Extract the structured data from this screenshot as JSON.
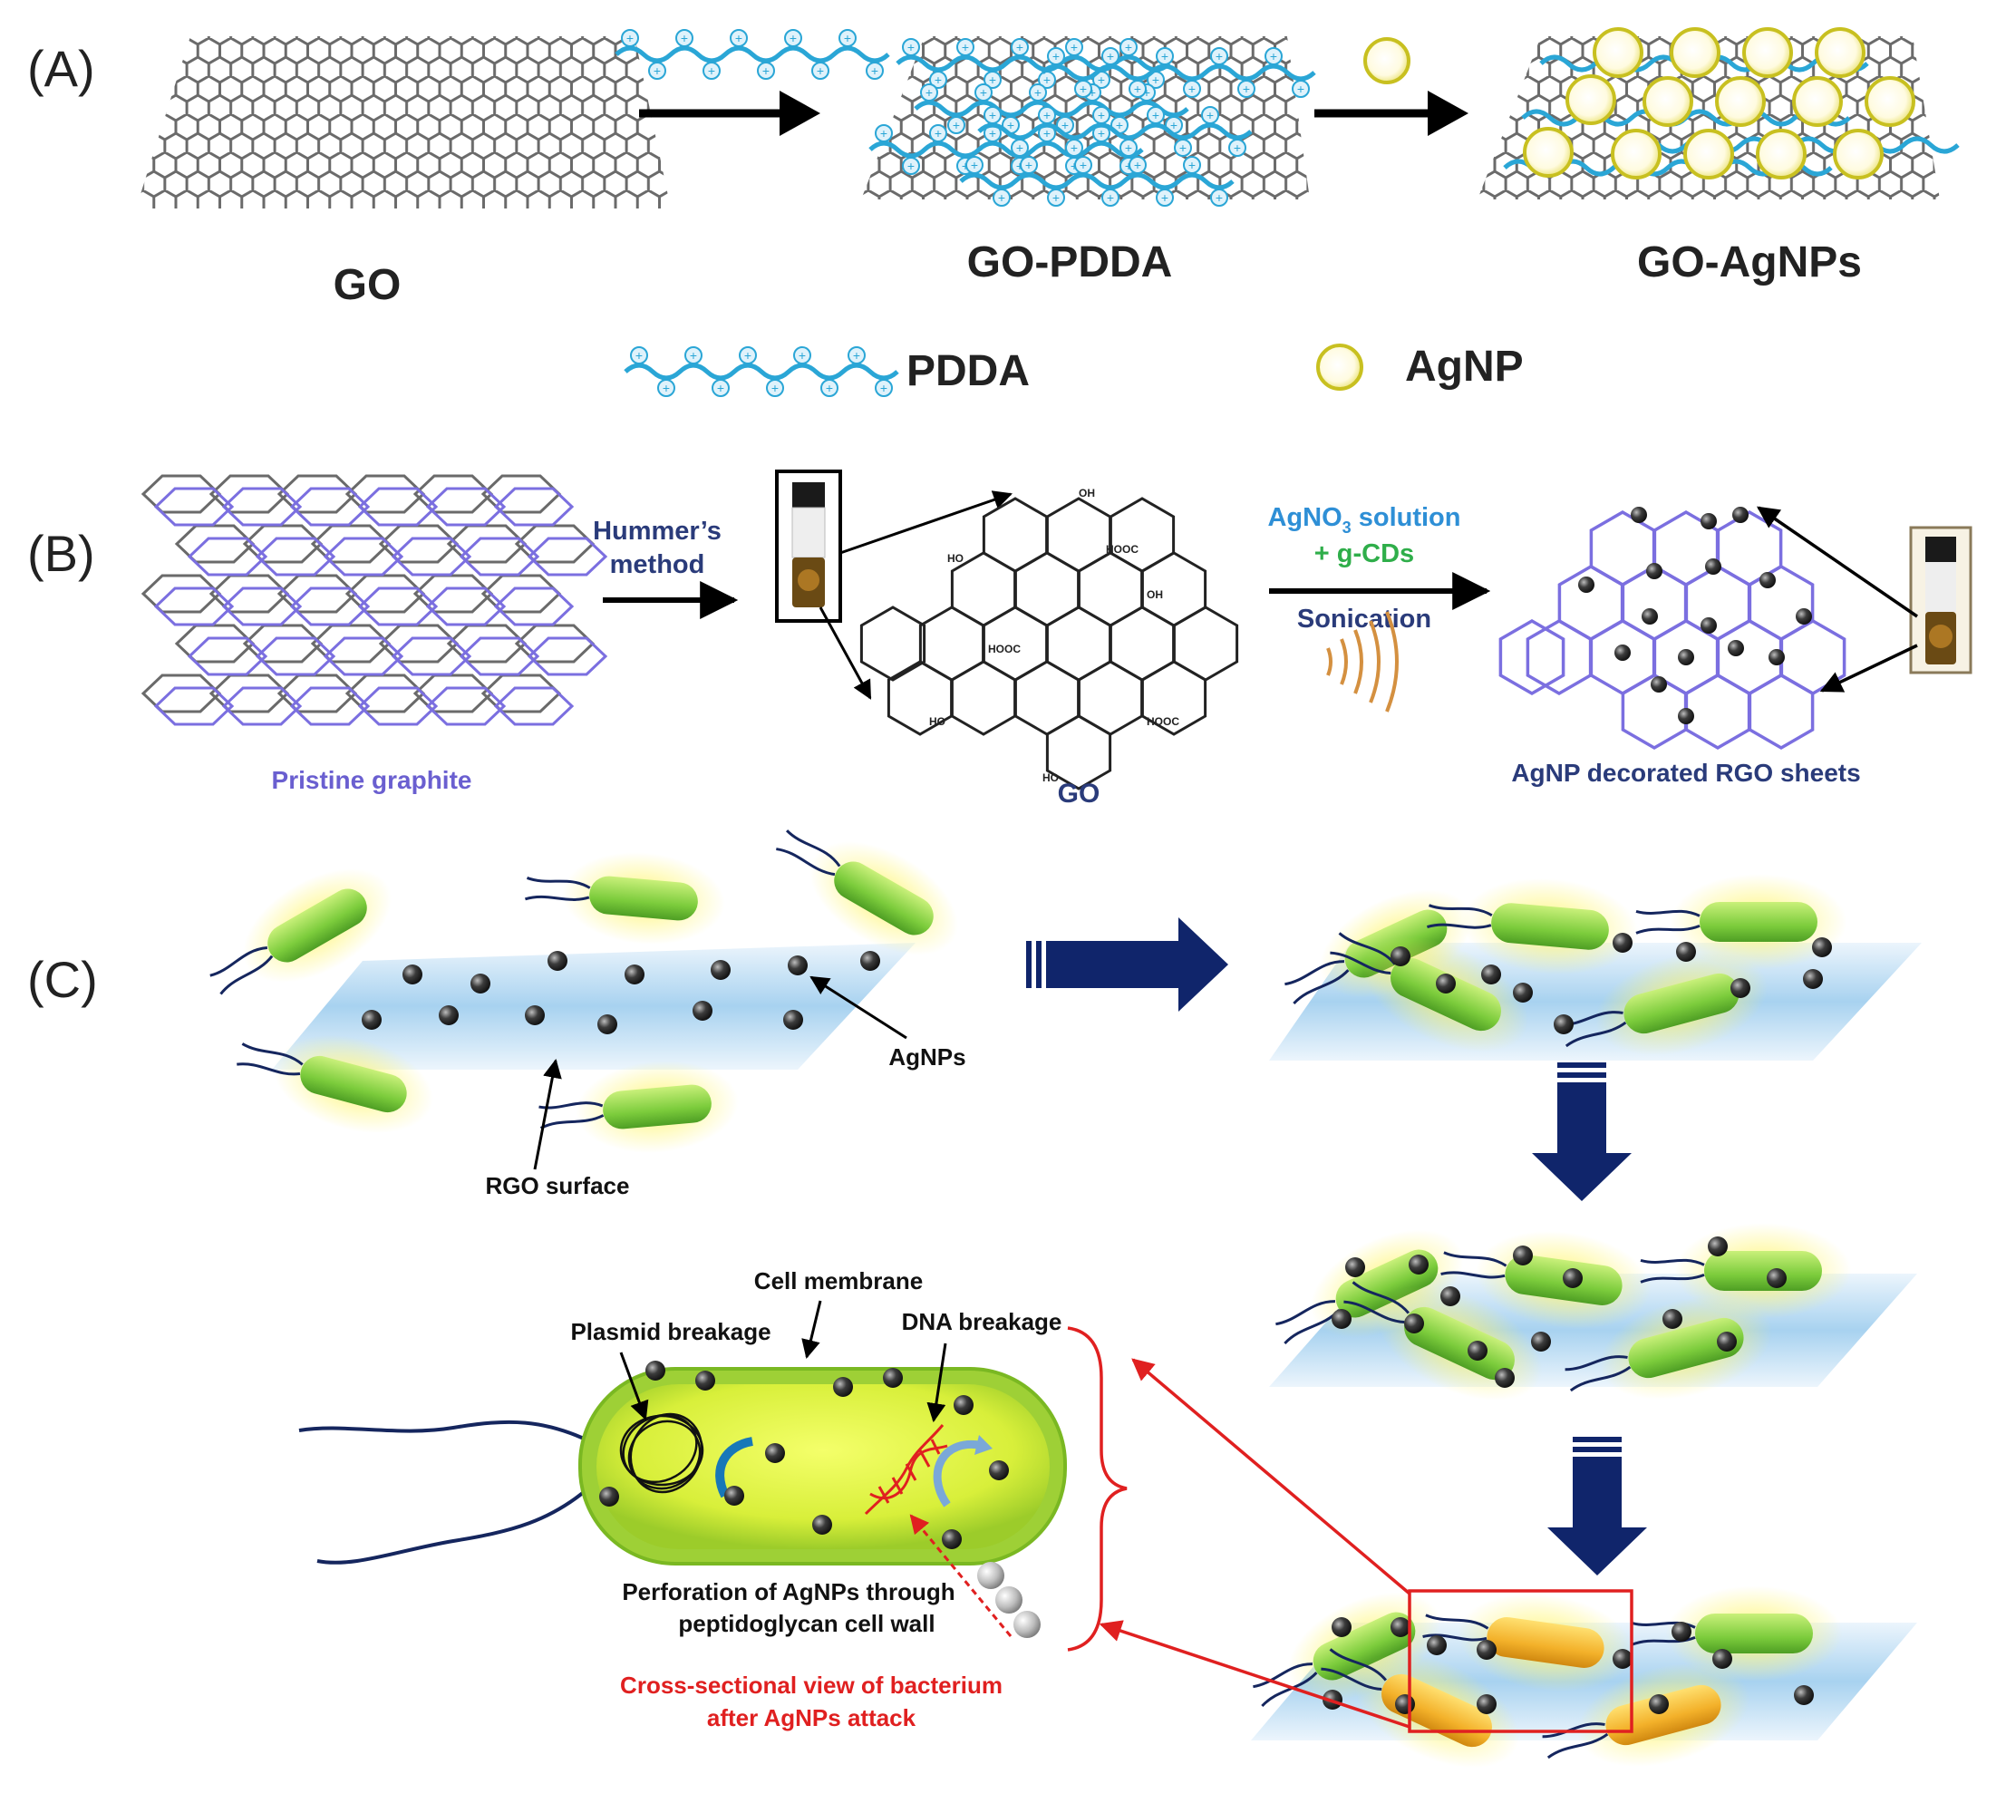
{
  "panels": {
    "A": {
      "label": "(A)",
      "go": "GO",
      "go_pdda": "GO-PDDA",
      "go_agnps": "GO-AgNPs",
      "legend_pdda": "PDDA",
      "legend_agnp": "AgNP"
    },
    "B": {
      "label": "(B)",
      "pristine": "Pristine graphite",
      "hummers_1": "Hummer’s",
      "hummers_2": "method",
      "go": "GO",
      "agno3": "AgNO",
      "agno3_sub": "3",
      "agno3_tail": " solution",
      "gcds": "+ g-CDs",
      "sonication": "Sonication",
      "rgo": "AgNP decorated RGO sheets",
      "oh": "OH",
      "ho": "HO",
      "hooc": "HOOC"
    },
    "C": {
      "label": "(C)",
      "agnps": "AgNPs",
      "rgo_surface": "RGO surface",
      "cell_membrane": "Cell membrane",
      "plasmid": "Plasmid breakage",
      "dna": "DNA breakage",
      "perforation_1": "Perforation of AgNPs through",
      "perforation_2": "peptidoglycan cell wall",
      "cross_1": "Cross-sectional view of bacterium",
      "cross_2": "after AgNPs attack"
    }
  },
  "colors": {
    "pdda_blue": "#2aa6d6",
    "graphite_purple": "#7b6fe0",
    "navy": "#10256b",
    "label_navy": "#2a3b7a",
    "agno3_blue": "#2e8fd6",
    "gcds_green": "#2fae4a",
    "red": "#e02020",
    "bacteria_green": "#8fd64a",
    "bacteria_orange": "#f0b020"
  }
}
